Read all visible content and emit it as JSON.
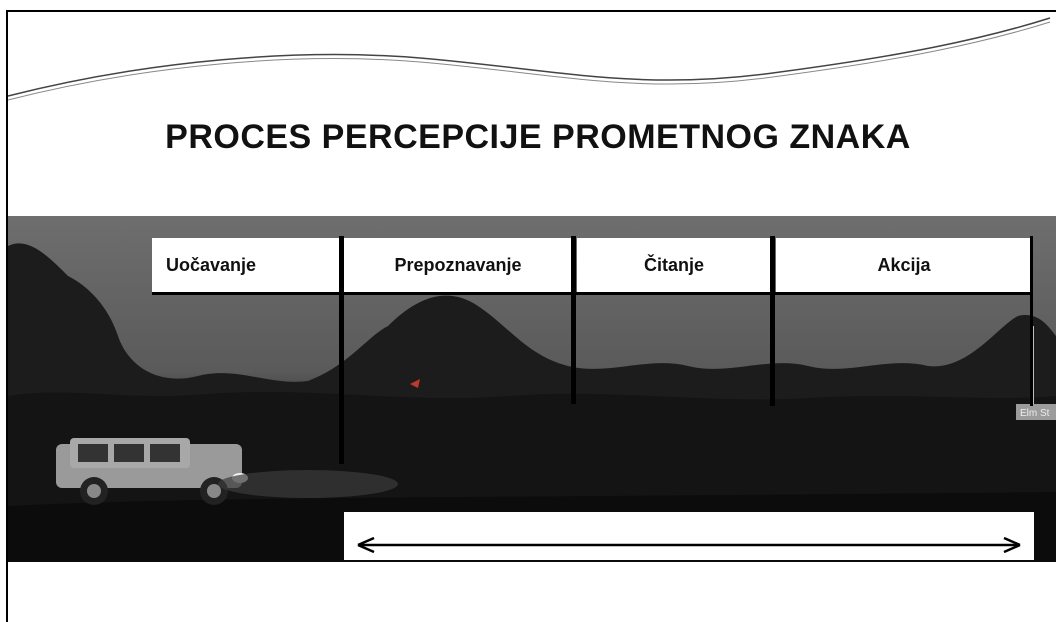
{
  "slide": {
    "title": "PROCES PERCEPCIJE PROMETNOG ZNAKA",
    "phases": [
      {
        "label": "Uočavanje"
      },
      {
        "label": "Prepoznavanje"
      },
      {
        "label": "Čitanje"
      },
      {
        "label": "Akcija"
      }
    ],
    "sign_text": "Elm St"
  }
}
